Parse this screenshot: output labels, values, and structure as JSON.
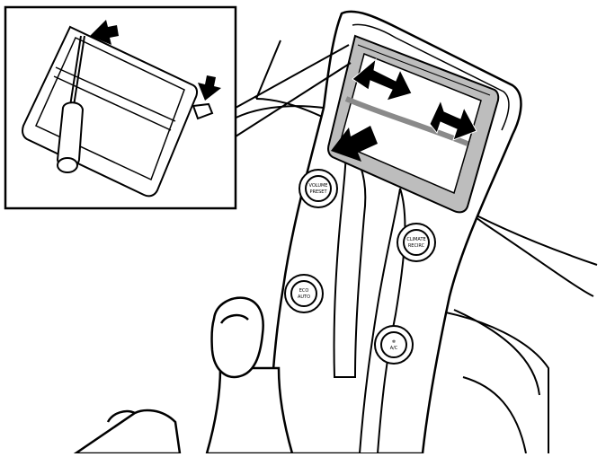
{
  "colors": {
    "line": "#000000",
    "background": "#ffffff",
    "panel_gray": "#bdbdbd",
    "dark_gray": "#8a8a8a"
  },
  "buttons": {
    "top_left": {
      "line1": "VOLUME",
      "line2": "PRESET"
    },
    "mid_left": {
      "line1": "ECO",
      "line2": "AUTO"
    },
    "top_right": {
      "line1": "CLIMATE",
      "line2": "RECIRC"
    },
    "bottom_right": {
      "line1": "❄",
      "line2": "A/C"
    }
  },
  "icons": [
    "arrow-icon",
    "screwdriver-icon",
    "double-arrow-icon"
  ]
}
